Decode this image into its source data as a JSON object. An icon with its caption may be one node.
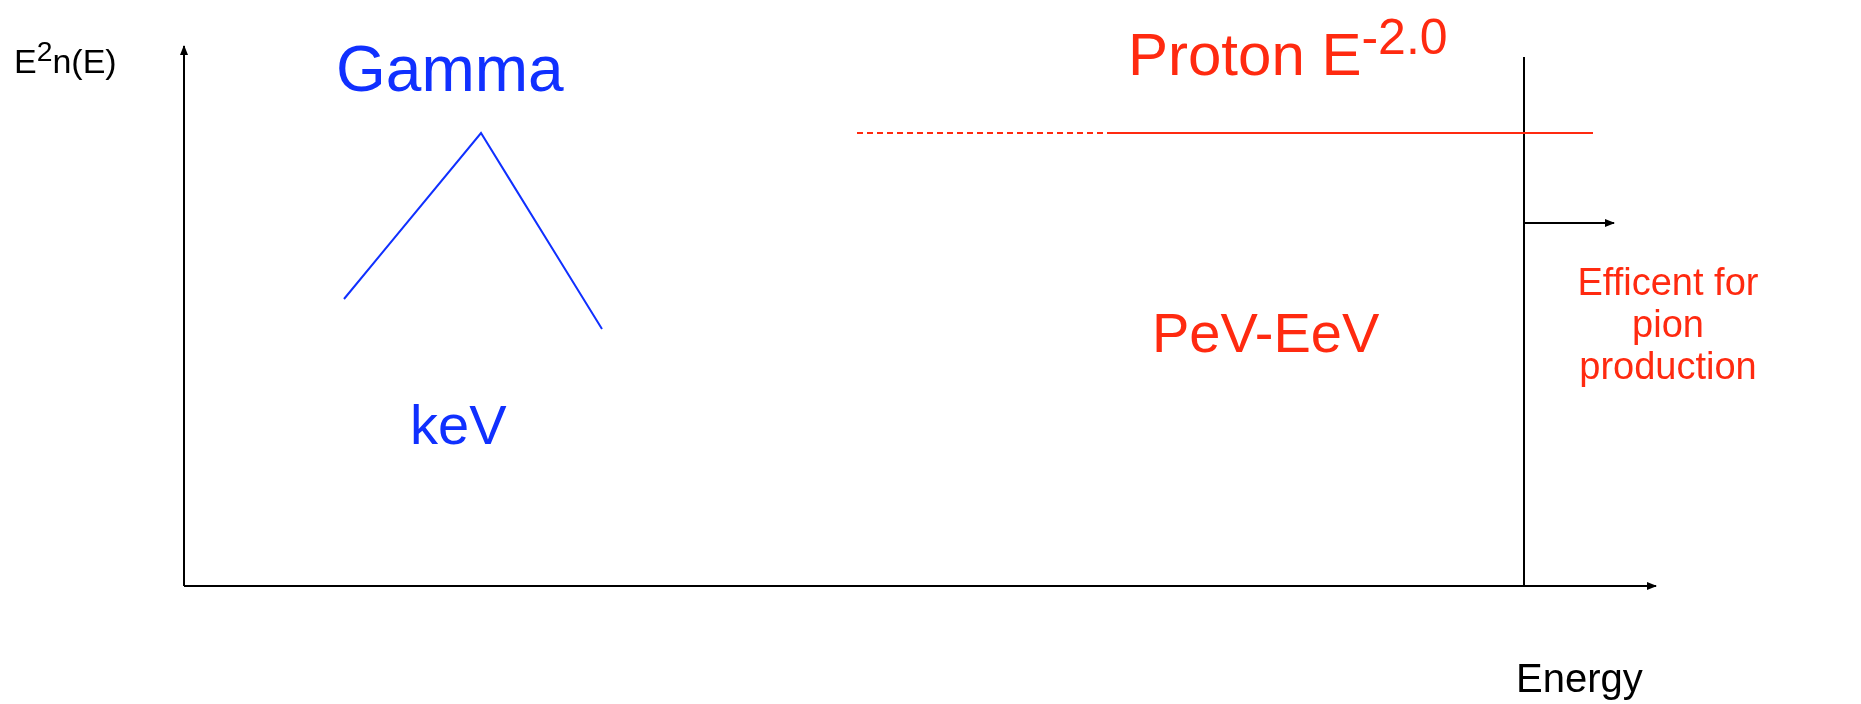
{
  "diagram": {
    "labels": [
      "E$^{2}$n(E)",
      "Gamma",
      "Proton E$^{-2.0}$",
      "keV",
      "PeV-EeV",
      "Efficent for pion production",
      "Energy"
    ]
  }
}
